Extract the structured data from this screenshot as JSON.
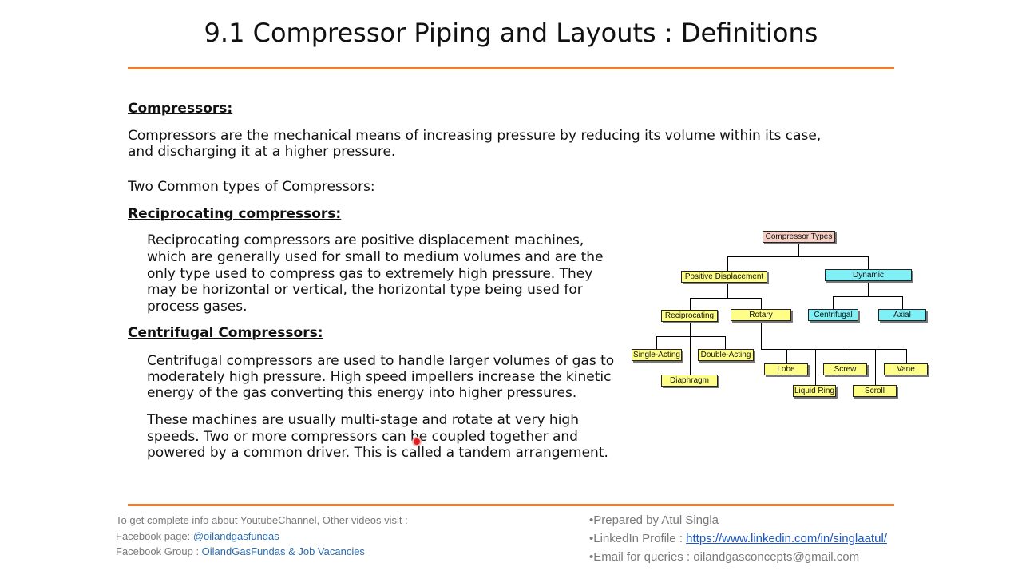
{
  "colors": {
    "accent_rule": "#ed7d31",
    "node_pink": "#f6cfc4",
    "node_yellow": "#ffff88",
    "node_cyan": "#7ef0f6",
    "link_blue": "#2b6cb0"
  },
  "slide": {
    "title": "9.1 Compressor Piping and Layouts : Definitions"
  },
  "content": {
    "compressors_heading": "Compressors:",
    "compressors_line1": "Compressors are the mechanical means of increasing pressure by reducing its volume within its case,",
    "compressors_line2": "and discharging it at a higher pressure.",
    "two_types": "Two Common types of Compressors:",
    "reciprocating_heading": "Reciprocating compressors:",
    "reciprocating_lines": [
      "Reciprocating compressors are positive displacement machines,",
      "which are generally used for small to medium volumes and are the",
      "only type used to compress gas to extremely high pressure. They",
      "may be horizontal or vertical, the horizontal type being used for",
      "process gases."
    ],
    "centrifugal_heading": "Centrifugal Compressors:",
    "centrifugal_lines": [
      "Centrifugal compressors are used to handle larger volumes of gas to",
      "moderately high pressure. High speed impellers increase the kinetic",
      "energy of the gas converting this energy into higher pressures."
    ],
    "tandem_lines": [
      "These machines are usually multi-stage and rotate at very high",
      "speeds. Two or more compressors can be coupled together and",
      "powered by a common driver. This is called a tandem arrangement."
    ]
  },
  "diagram": {
    "root": "Compressor Types",
    "positive_displacement": "Positive Displacement",
    "dynamic": "Dynamic",
    "reciprocating": "Reciprocating",
    "rotary": "Rotary",
    "centrifugal": "Centrifugal",
    "axial": "Axial",
    "single_acting": "Single-Acting",
    "double_acting": "Double-Acting",
    "diaphragm": "Diaphragm",
    "lobe": "Lobe",
    "liquid_ring": "Liquid Ring",
    "screw": "Screw",
    "scroll": "Scroll",
    "vane": "Vane"
  },
  "footer": {
    "left_line1": "To get complete info about YoutubeChannel, Other videos visit :",
    "fb_page_label": "Facebook page: ",
    "fb_page_link": "@oilandgasfundas",
    "fb_group_label": "Facebook Group : ",
    "fb_group_link": "OilandGasFundas & Job Vacancies",
    "prepared_by": "•Prepared by Atul Singla",
    "linkedin_label": "•LinkedIn Profile : ",
    "linkedin_url": "https://www.linkedin.com/in/singlaatul/",
    "email_line": "•Email for queries : oilandgasconcepts@gmail.com"
  }
}
